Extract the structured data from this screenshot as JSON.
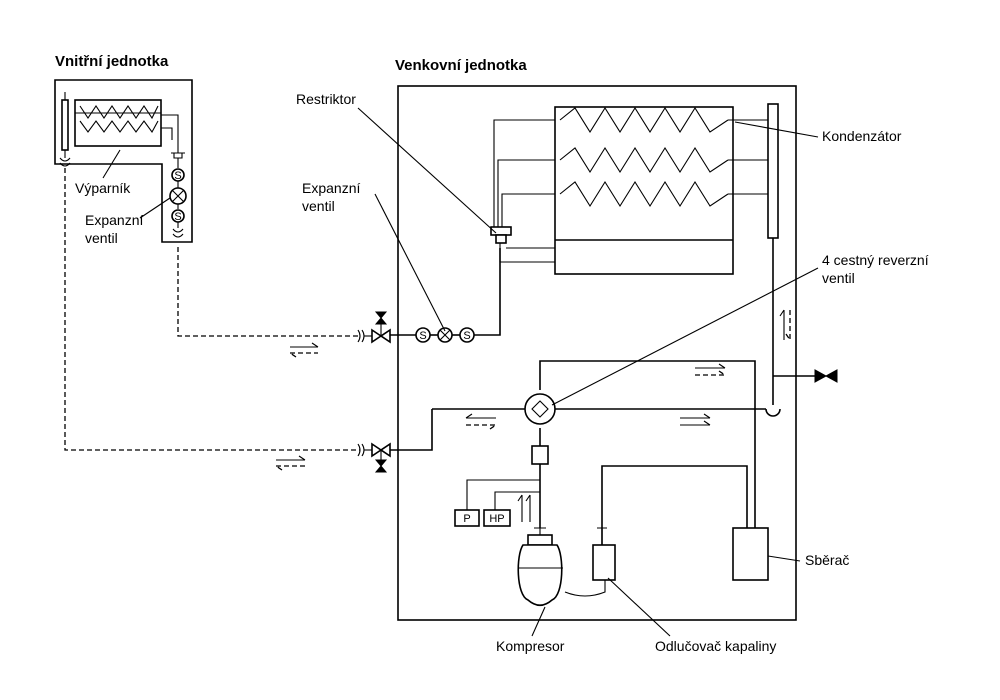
{
  "units": {
    "indoor_title": "Vnitřní jednotka",
    "outdoor_title": "Venkovní jednotka"
  },
  "labels": {
    "indoor_evaporator": "Výparník",
    "indoor_expansion_line1": "Expanzní",
    "indoor_expansion_line2": "ventil",
    "restrictor": "Restriktor",
    "outdoor_expansion_line1": "Expanzní",
    "outdoor_expansion_line2": "ventil",
    "condenser": "Kondenzátor",
    "reversing_valve_line1": "4 cestný reverzní",
    "reversing_valve_line2": "ventil",
    "receiver": "Sběrač",
    "compressor": "Kompresor",
    "separator": "Odlučovač kapaliny",
    "pressure_switch_p": "P",
    "pressure_switch_hp": "HP",
    "strainer_symbol": "S"
  }
}
